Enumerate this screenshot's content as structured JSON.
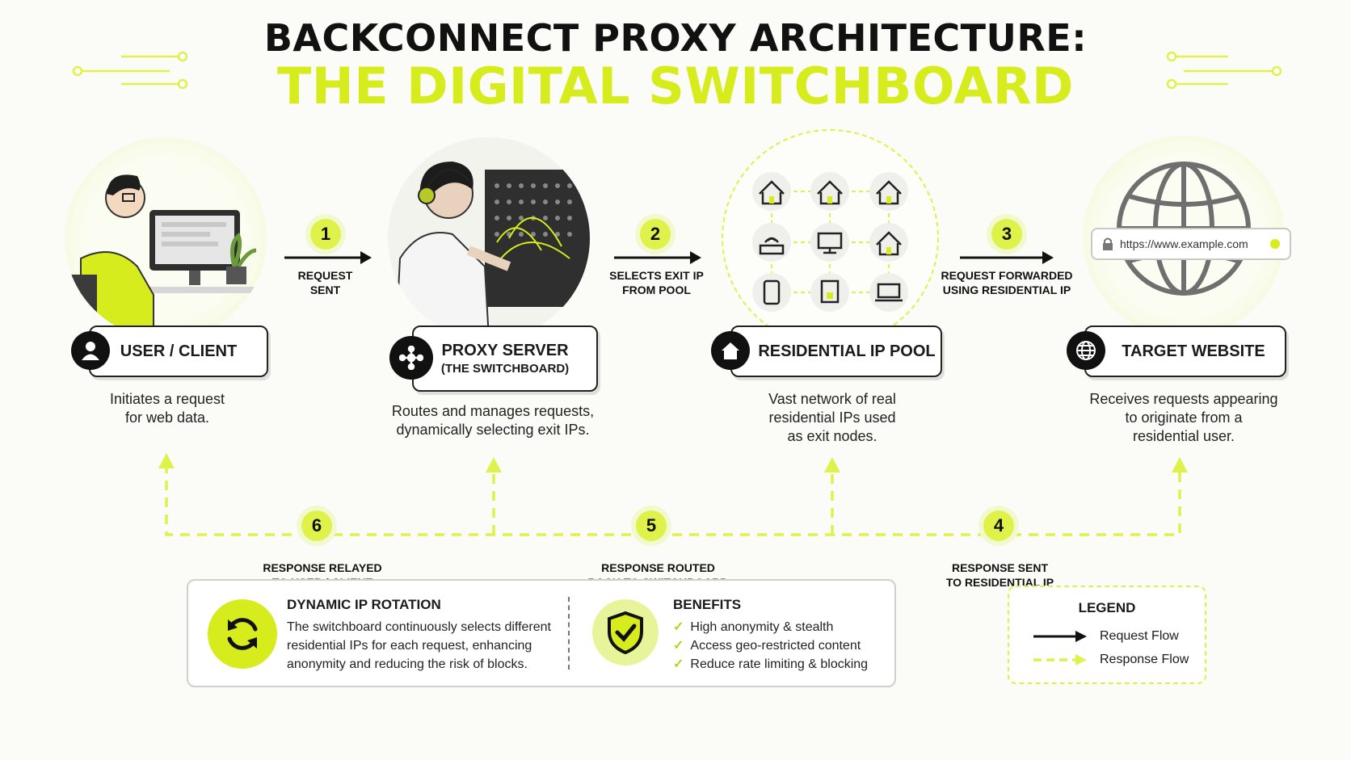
{
  "title": {
    "line1": "BACKCONNECT PROXY ARCHITECTURE:",
    "line2": "THE DIGITAL SWITCHBOARD"
  },
  "nodes": [
    {
      "label": "USER / CLIENT",
      "sublabel": "",
      "icon": "user-icon",
      "desc": "Initiates a request\nfor web data."
    },
    {
      "label": "PROXY SERVER",
      "sublabel": "(THE SWITCHBOARD)",
      "icon": "switchboard-network-icon",
      "desc": "Routes and manages requests,\ndynamically selecting exit IPs."
    },
    {
      "label": "RESIDENTIAL IP POOL",
      "sublabel": "",
      "icon": "house-icon",
      "desc": "Vast network of real\nresidential IPs used\nas exit nodes."
    },
    {
      "label": "TARGET WEBSITE",
      "sublabel": "",
      "icon": "globe-icon",
      "desc": "Receives requests appearing\nto originate from a\nresidential user."
    }
  ],
  "request_steps": [
    {
      "num": "1",
      "label": "REQUEST\nSENT"
    },
    {
      "num": "2",
      "label": "SELECTS EXIT IP\nFROM POOL"
    },
    {
      "num": "3",
      "label": "REQUEST FORWARDED\nUSING RESIDENTIAL IP"
    }
  ],
  "response_steps": [
    {
      "num": "6",
      "label": "RESPONSE RELAYED\nTO USER / CLIENT"
    },
    {
      "num": "5",
      "label": "RESPONSE ROUTED\nBACK TO SWITCHBOARD"
    },
    {
      "num": "4",
      "label": "RESPONSE SENT\nTO RESIDENTIAL IP"
    }
  ],
  "url_bar": "https://www.example.com",
  "rotation": {
    "title": "DYNAMIC IP ROTATION",
    "text": "The switchboard continuously selects different\nresidential IPs for each request, enhancing\nanonymity and reducing the risk of blocks."
  },
  "benefits": {
    "title": "BENEFITS",
    "items": [
      "High anonymity & stealth",
      "Access geo-restricted content",
      "Reduce rate limiting & blocking"
    ]
  },
  "legend": {
    "title": "LEGEND",
    "request": "Request Flow",
    "response": "Response Flow"
  },
  "colors": {
    "accent": "#d6ec1c",
    "dark": "#111111",
    "line": "#dff24a"
  }
}
